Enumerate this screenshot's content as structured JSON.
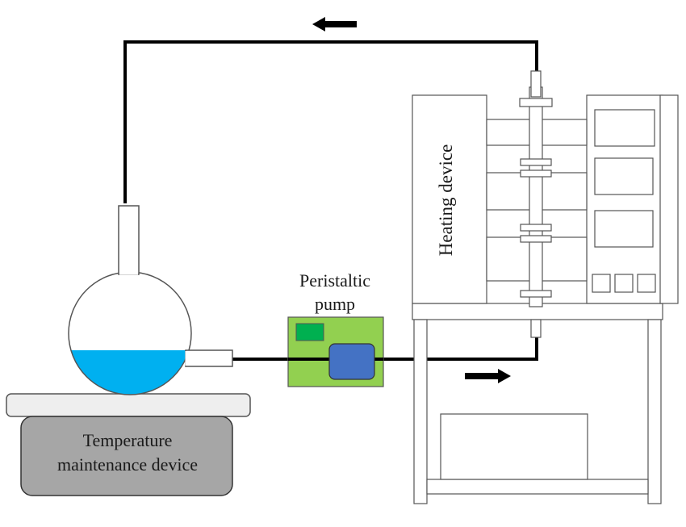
{
  "labels": {
    "heating_device": "Heating device",
    "peristaltic_pump_line1": "Peristaltic",
    "peristaltic_pump_line2": "pump",
    "temperature_device_line1": "Temperature",
    "temperature_device_line2": "maintenance device"
  },
  "flow_arrows": [
    "left",
    "right"
  ],
  "colors": {
    "liquid": "#00B0F0",
    "pump_body": "#92D050",
    "pump_indicator": "#00B050",
    "pump_head": "#4472C4",
    "temperature_device": "#A6A6A6",
    "tubing": "#000000"
  }
}
